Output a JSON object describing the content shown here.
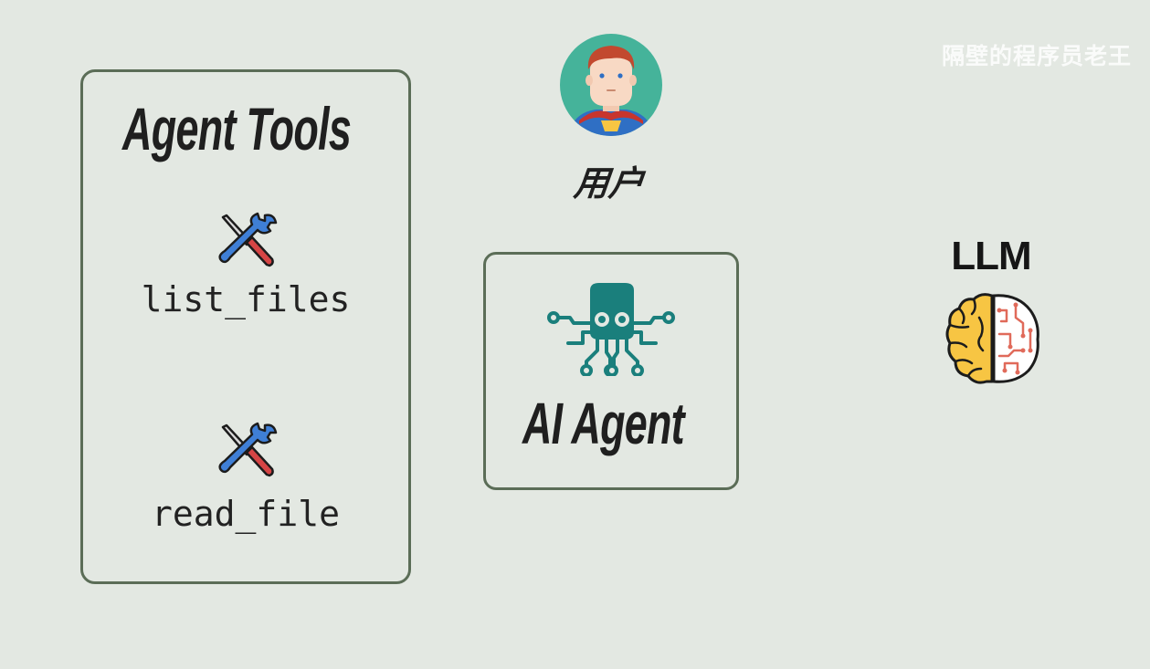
{
  "watermark": "隔壁的程序员老王",
  "tools_panel": {
    "title": "Agent Tools",
    "tools": [
      {
        "label": "list_files",
        "icon": "wrench-screwdriver-icon"
      },
      {
        "label": "read_file",
        "icon": "wrench-screwdriver-icon"
      }
    ]
  },
  "user": {
    "label": "用户",
    "icon": "superhero-avatar-icon"
  },
  "agent": {
    "label": "AI Agent",
    "icon": "octopus-circuit-icon",
    "color": "#1a7f7c"
  },
  "llm": {
    "label": "LLM",
    "icon": "brain-circuit-icon"
  },
  "colors": {
    "background": "#e3e8e2",
    "border": "#5b6d57",
    "avatar_bg": "#45b39a",
    "brain_left": "#f7c543",
    "brain_right_lines": "#e06a5a"
  }
}
